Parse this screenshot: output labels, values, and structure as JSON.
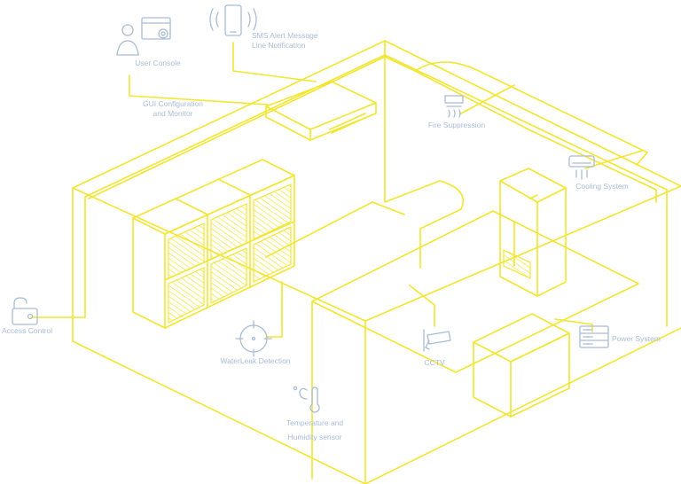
{
  "colors": {
    "line": "#f2e62f",
    "label": "#a9bcd6",
    "icon": "#a9bcd6",
    "background": "#ffffff"
  },
  "labels": {
    "user_console": "User Console",
    "sms_line1": "SMS Alert Message",
    "sms_line2": "Line Notification",
    "gui_line1": "GUI Configuration",
    "gui_line2": "and Monitor",
    "fire_suppression": "Fire Suppression",
    "cooling_system": "Cooling System",
    "access_control": "Access Control",
    "waterleak_detection": "WaterLeak Detection",
    "cctv": "CCTV",
    "power_system": "Power System",
    "temp_line1": "Temperature and",
    "temp_line2": "Humidity sensor"
  },
  "icons": {
    "user_console": "user-console-icon",
    "sms": "mobile-phone-icon",
    "fire_suppression": "fire-suppression-icon",
    "cooling_system": "air-conditioner-icon",
    "access_control": "padlock-icon",
    "waterleak_detection": "crosshair-sensor-icon",
    "cctv": "cctv-camera-icon",
    "power_system": "server-rack-icon",
    "temperature": "thermometer-icon"
  }
}
